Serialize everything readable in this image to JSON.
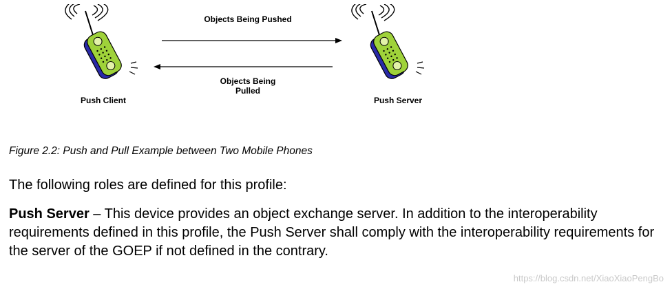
{
  "diagram": {
    "push_label": "Objects Being Pushed",
    "pull_label": "Objects Being Pulled",
    "client_label": "Push Client",
    "server_label": "Push Server",
    "phone_icon": "mobile-phone-icon",
    "colors": {
      "phone_body": "#9fd23a",
      "phone_side": "#2a2aa8",
      "phone_buttons": "#e3f2a8",
      "arrow": "#000000"
    }
  },
  "caption": "Figure 2.2: Push and Pull Example between Two Mobile Phones",
  "intro": "The following roles are defined for this profile:",
  "role": {
    "term": "Push Server",
    "description": " – This device provides an object exchange server. In addition to the interoperability requirements defined in this profile, the Push Server shall comply with the interoperability requirements for the server of the GOEP if not defined in the contrary."
  },
  "watermark": "https://blog.csdn.net/XiaoXiaoPengBo"
}
